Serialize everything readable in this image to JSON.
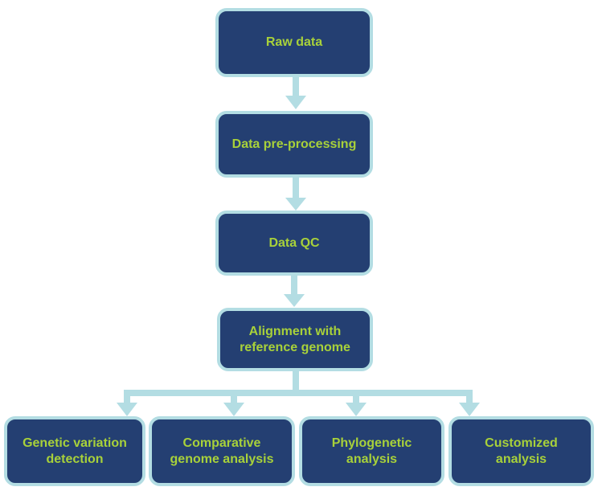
{
  "colors": {
    "box_fill": "#243f72",
    "box_border": "#b3dde3",
    "box_text": "#a8d13a",
    "connector": "#b3dde3"
  },
  "nodes": {
    "raw_data": "Raw data",
    "preprocessing": "Data pre-processing",
    "qc": "Data QC",
    "alignment": "Alignment with reference genome",
    "genetic_variation": "Genetic variation detection",
    "comparative": "Comparative genome analysis",
    "phylogenetic": "Phylogenetic analysis",
    "customized": "Customized analysis"
  }
}
